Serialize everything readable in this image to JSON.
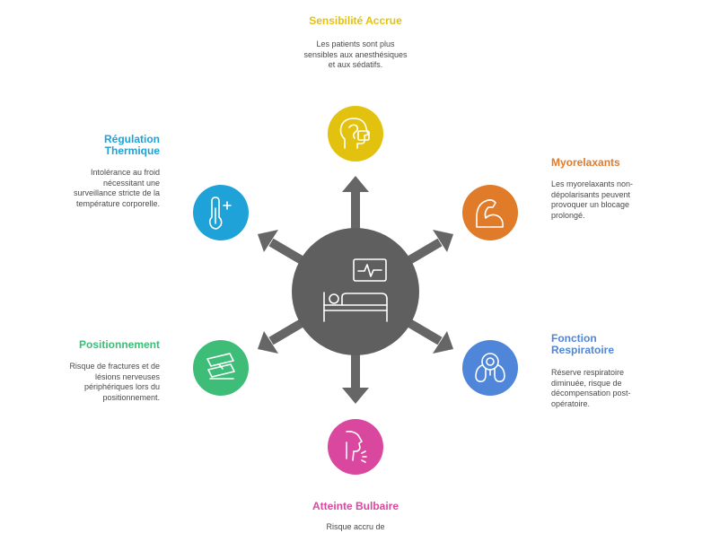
{
  "nodes": [
    {
      "title": "Sensibilité Accrue",
      "description": "Les patients sont plus sensibles aux anesthésiques et aux sédatifs.",
      "color": "#E3C20F",
      "icon": "head-neurology-icon"
    },
    {
      "title": "Myorelaxants",
      "description": "Les myorelaxants non-dépolarisants peuvent provoquer un blocage prolongé.",
      "color": "#E07B2A",
      "icon": "arm-muscle-icon"
    },
    {
      "title": "Fonction Respiratoire",
      "description": "Réserve respiratoire diminuée, risque de décompensation post-opératoire.",
      "color": "#4F86D9",
      "icon": "lungs-icon"
    },
    {
      "title": "Atteinte Bulbaire",
      "description": "Risque accru de",
      "color": "#D9489E",
      "icon": "throat-icon"
    },
    {
      "title": "Positionnement",
      "description": "Risque de fractures et de lésions nerveuses périphériques lors du positionnement.",
      "color": "#3DBD77",
      "icon": "broken-bone-icon"
    },
    {
      "title": "Régulation Thermique",
      "description": "Intolérance au froid nécessitant une surveillance stricte de la température corporelle.",
      "color": "#1EA2D8",
      "icon": "thermometer-icon"
    }
  ],
  "center": {
    "color": "#5F5F5F",
    "icon": "hospital-bed-monitor-icon"
  }
}
